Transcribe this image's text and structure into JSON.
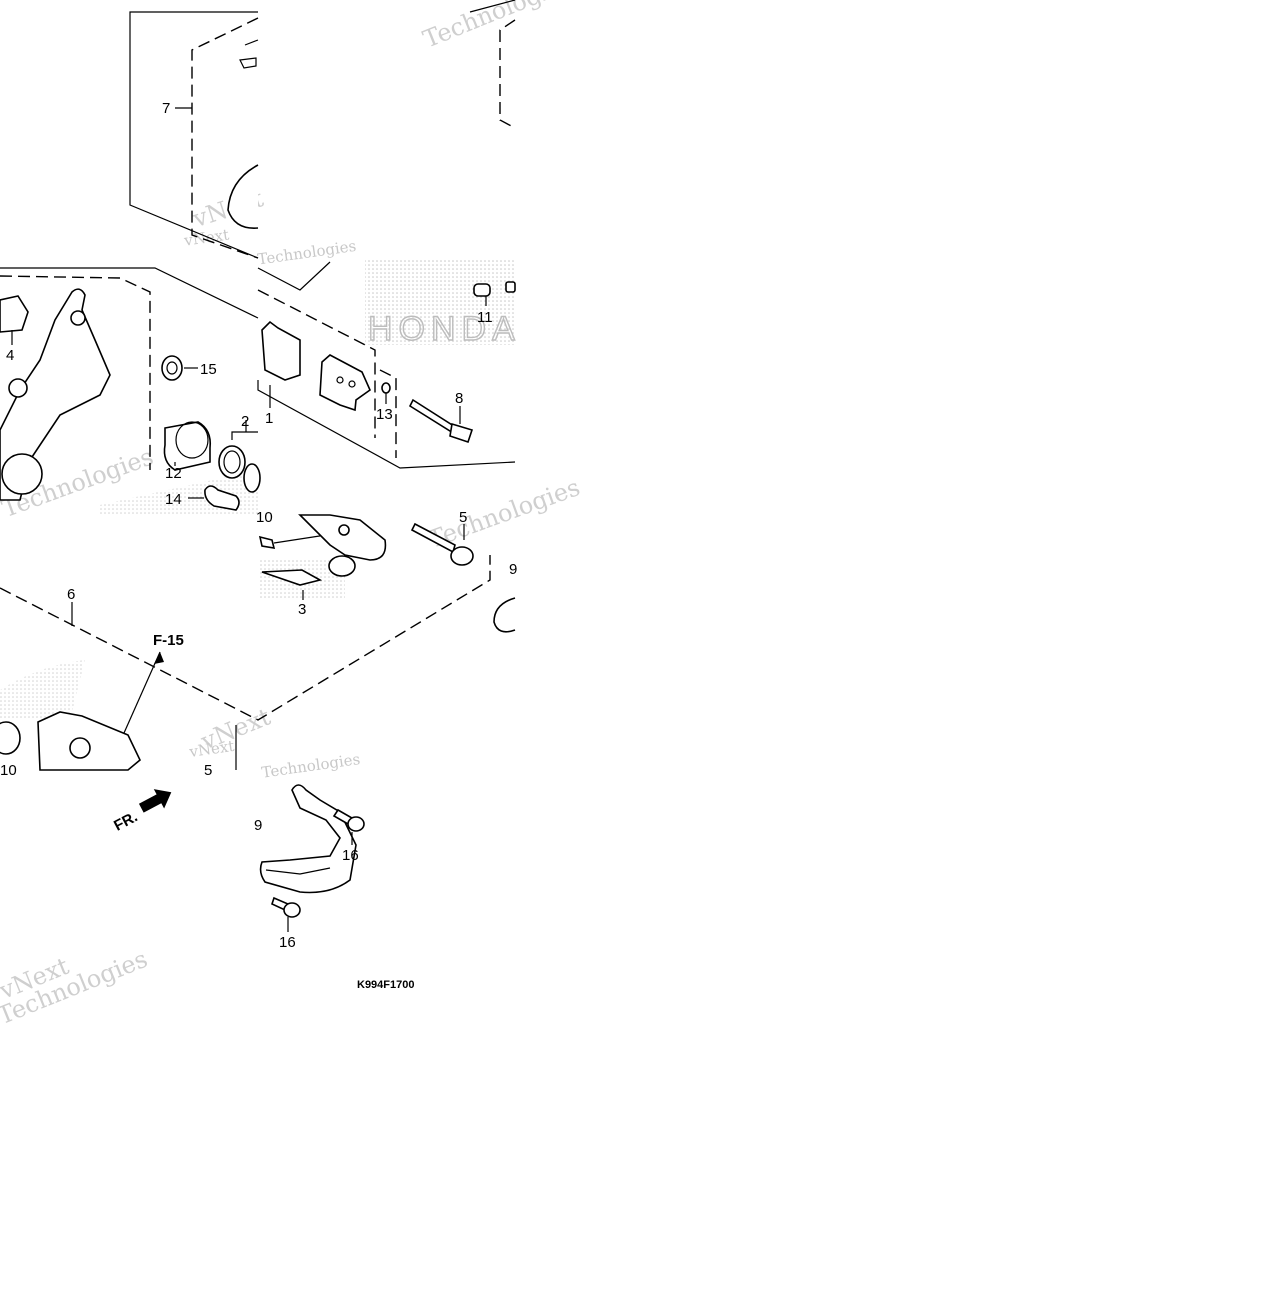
{
  "diagram": {
    "callouts": {
      "c1": "1",
      "c2": "2",
      "c3": "3",
      "c4": "4",
      "c5": "5",
      "c5b": "5",
      "c6": "6",
      "c7": "7",
      "c8": "8",
      "c9": "9",
      "c9b": "9",
      "c10": "10",
      "c10b": "10",
      "c11": "11",
      "c12": "12",
      "c13": "13",
      "c14": "14",
      "c15": "15",
      "c16a": "16",
      "c16b": "16"
    },
    "reference": "F-15",
    "front_marker": "FR.",
    "drawing_code": "K994F1700",
    "watermark": {
      "word1": "vNext",
      "word2": "Technologies",
      "brand": "HONDA"
    }
  }
}
